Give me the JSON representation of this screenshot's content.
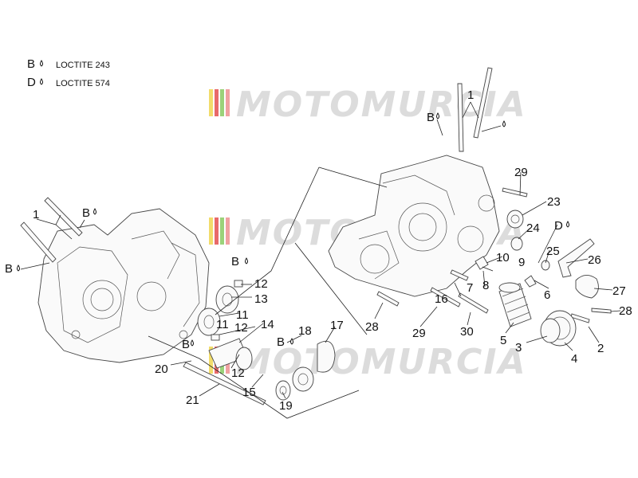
{
  "legend": [
    {
      "letter": "B",
      "text": "LOCTITE 243"
    },
    {
      "letter": "D",
      "text": "LOCTITE 574"
    }
  ],
  "watermark": {
    "text": "MOTOMURCIA",
    "stripe_colors": [
      "#f2dc6b",
      "#e86a6a",
      "#9bd27a",
      "#f0a1a1"
    ]
  },
  "callouts": [
    "1",
    "1",
    "B",
    "B",
    "B",
    "B",
    "B",
    "B",
    "D",
    "2",
    "3",
    "4",
    "5",
    "6",
    "7",
    "8",
    "9",
    "10",
    "11",
    "11",
    "12",
    "12",
    "12",
    "13",
    "14",
    "15",
    "16",
    "17",
    "18",
    "19",
    "20",
    "21",
    "23",
    "24",
    "25",
    "26",
    "27",
    "28",
    "28",
    "29",
    "29",
    "30"
  ]
}
